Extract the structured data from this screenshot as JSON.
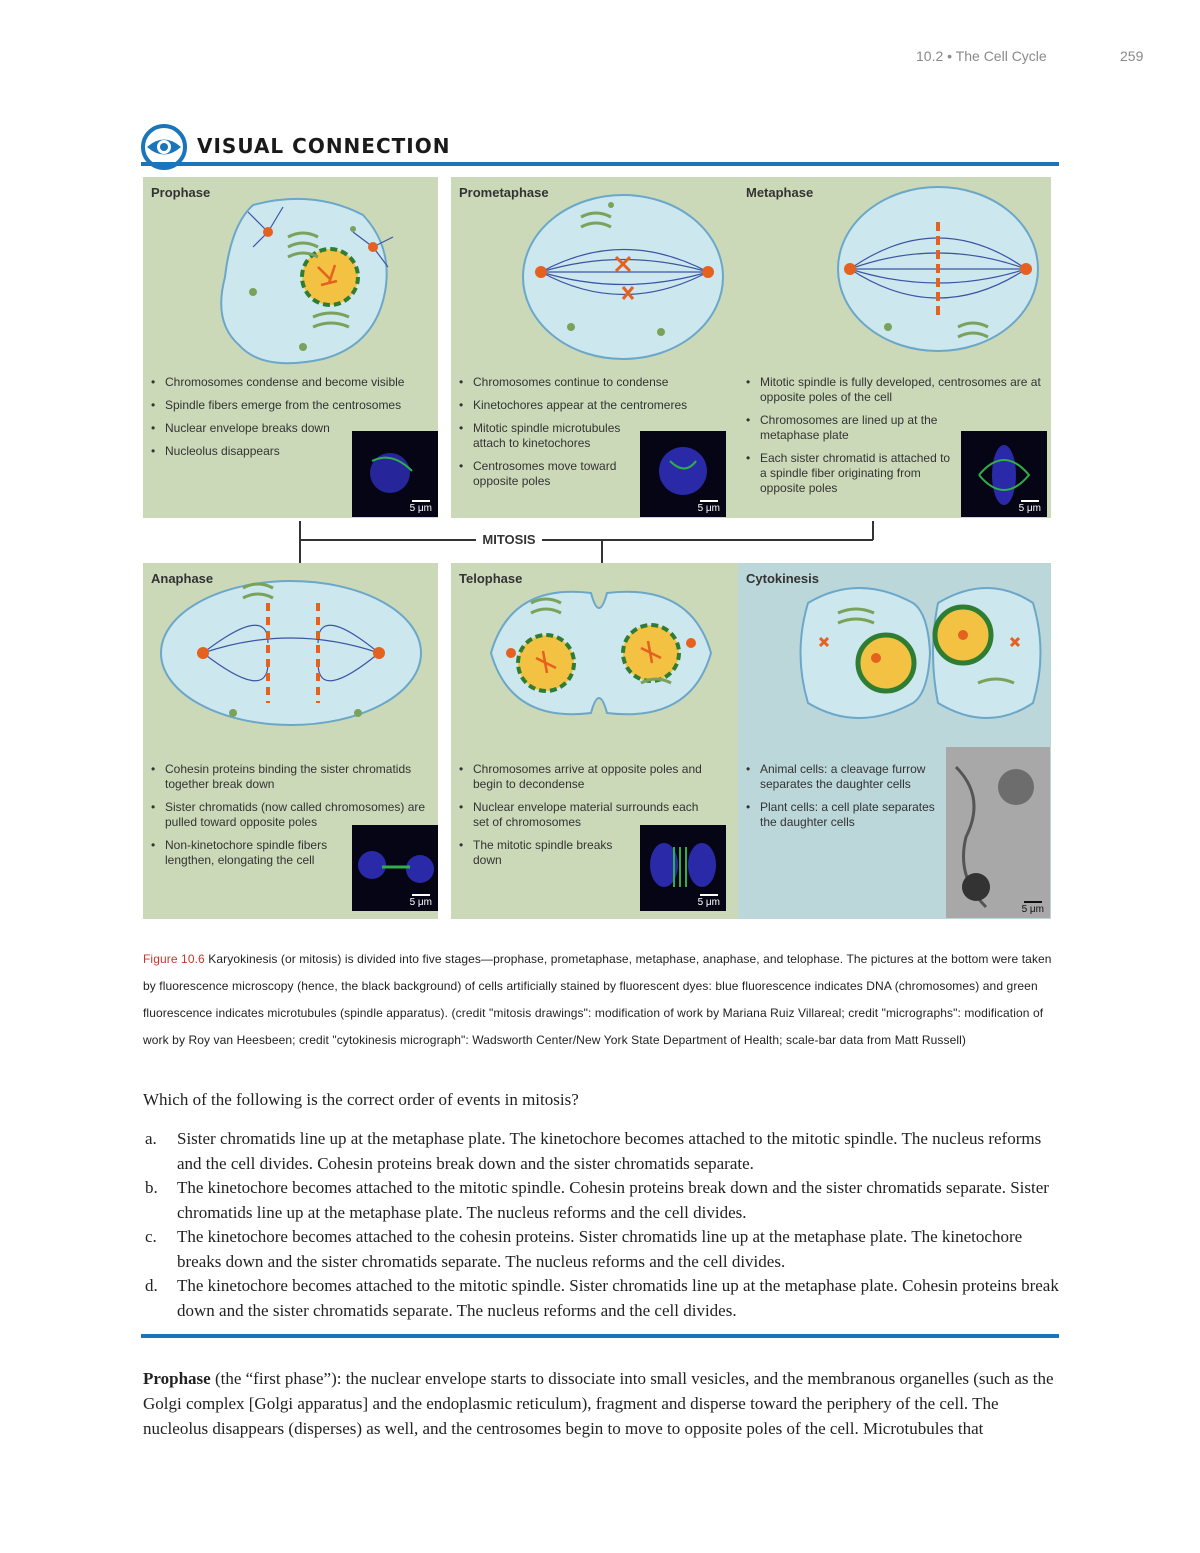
{
  "running_head": {
    "section": "10.2 • The Cell Cycle",
    "page": "259"
  },
  "visual_connection": {
    "title": "VISUAL CONNECTION"
  },
  "colors": {
    "accent_blue": "#1a75bb",
    "phase_panel": "#ccd9b8",
    "cytokinesis_panel": "#bcd7da",
    "caption_ref": "#c0392b"
  },
  "figure": {
    "mitosis_label": "MITOSIS",
    "panels": [
      {
        "title": "Prophase",
        "bullets": [
          "Chromosomes condense and become visible",
          "Spindle fibers emerge from the centrosomes",
          "Nuclear envelope breaks down",
          "Nucleolus disappears"
        ],
        "scale": "5 μm"
      },
      {
        "title": "Prometaphase",
        "bullets": [
          "Chromosomes continue to condense",
          "Kinetochores appear at the centromeres",
          "Mitotic spindle microtubules attach to kinetochores",
          "Centrosomes move toward opposite poles"
        ],
        "scale": "5 μm"
      },
      {
        "title": "Metaphase",
        "bullets": [
          "Mitotic spindle is fully developed, centrosomes are at opposite poles of the cell",
          "Chromosomes are lined up at the metaphase plate",
          "Each sister chromatid is attached to a spindle fiber originating from opposite poles"
        ],
        "scale": "5 μm"
      },
      {
        "title": "Anaphase",
        "bullets": [
          "Cohesin proteins binding the sister chromatids together break down",
          "Sister chromatids (now called chromosomes) are pulled toward opposite poles",
          "Non-kinetochore spindle fibers lengthen, elongating the cell"
        ],
        "scale": "5 μm"
      },
      {
        "title": "Telophase",
        "bullets": [
          "Chromosomes arrive at opposite poles and begin to decondense",
          "Nuclear envelope material surrounds each set of chromosomes",
          "The mitotic spindle breaks down"
        ],
        "scale": "5 μm"
      },
      {
        "title": "Cytokinesis",
        "bullets": [
          "Animal cells: a cleavage furrow separates the daughter cells",
          "Plant cells: a cell plate separates the daughter cells"
        ],
        "scale": "5 μm"
      }
    ]
  },
  "caption": {
    "ref": "Figure 10.6",
    "text": " Karyokinesis (or mitosis) is divided into five stages—prophase, prometaphase, metaphase, anaphase, and telophase. The pictures at the bottom were taken by fluorescence microscopy (hence, the black background) of cells artificially stained by fluorescent dyes: blue fluorescence indicates DNA (chromosomes) and green fluorescence indicates microtubules (spindle apparatus). (credit \"mitosis drawings\": modification of work by Mariana Ruiz Villareal; credit \"micrographs\": modification of work by Roy van Heesbeen; credit \"cytokinesis micrograph\": Wadsworth Center/New York State Department of Health; scale-bar data from Matt Russell)"
  },
  "question": {
    "prompt": "Which of the following is the correct order of events in mitosis?",
    "answers": [
      {
        "letter": "a.",
        "text": "Sister chromatids line up at the metaphase plate. The kinetochore becomes attached to the mitotic spindle. The nucleus reforms and the cell divides. Cohesin proteins break down and the sister chromatids separate."
      },
      {
        "letter": "b.",
        "text": "The kinetochore becomes attached to the mitotic spindle. Cohesin proteins break down and the sister chromatids separate. Sister chromatids line up at the metaphase plate. The nucleus reforms and the cell divides."
      },
      {
        "letter": "c.",
        "text": "The kinetochore becomes attached to the cohesin proteins. Sister chromatids line up at the metaphase plate. The kinetochore breaks down and the sister chromatids separate. The nucleus reforms and the cell divides."
      },
      {
        "letter": "d.",
        "text": "The kinetochore becomes attached to the mitotic spindle. Sister chromatids line up at the metaphase plate. Cohesin proteins break down and the sister chromatids separate. The nucleus reforms and the cell divides."
      }
    ]
  },
  "body": {
    "term": "Prophase",
    "text": " (the “first phase”): the nuclear envelope starts to dissociate into small vesicles, and the membranous organelles (such as the Golgi complex [Golgi apparatus] and the endoplasmic reticulum), fragment and disperse toward the periphery of the cell. The nucleolus disappears (disperses) as well, and the centrosomes begin to move to opposite poles of the cell. Microtubules that"
  }
}
